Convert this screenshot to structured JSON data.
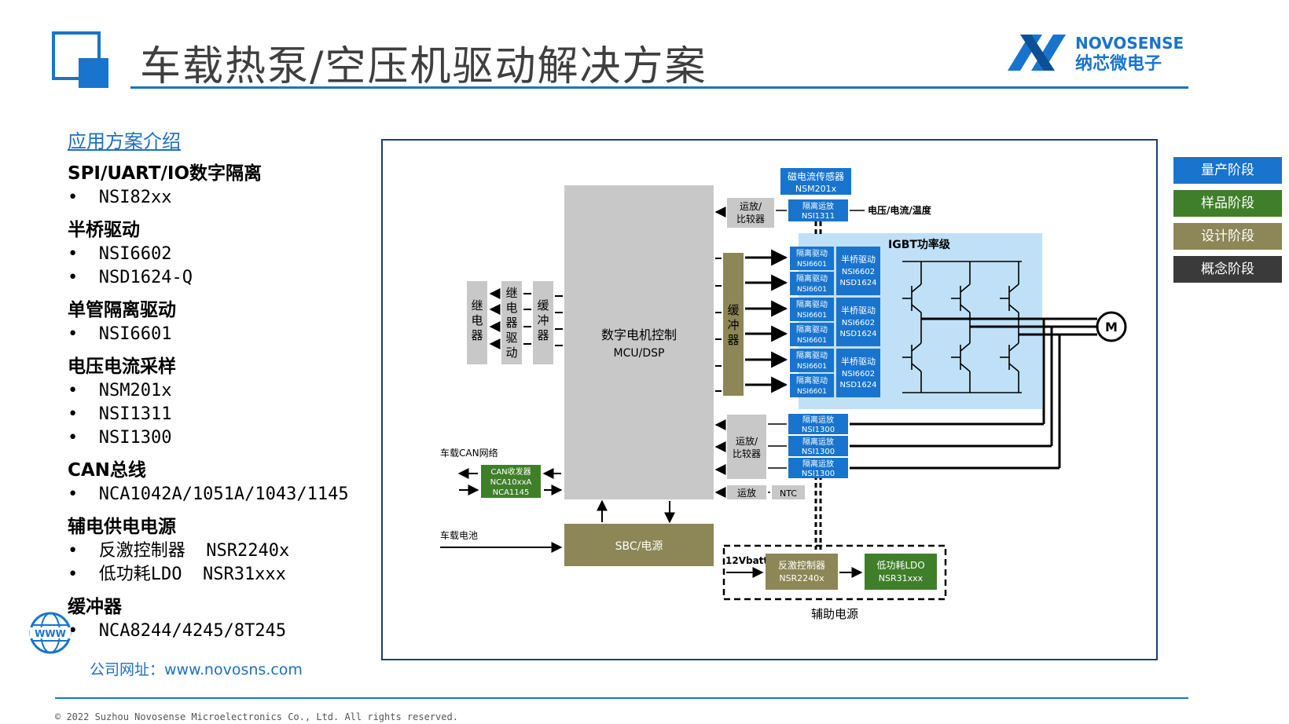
{
  "header": {
    "title": "车载热泵/空压机驱动解决方案",
    "brand_en": "NOVOSENSE",
    "brand_cn": "纳芯微电子"
  },
  "sidebar": {
    "link": "应用方案介绍",
    "sections": [
      {
        "title": "SPI/UART/IO数字隔离",
        "items": [
          "•  NSI82xx"
        ]
      },
      {
        "title": "半桥驱动",
        "items": [
          "•  NSI6602",
          "•  NSD1624-Q"
        ]
      },
      {
        "title": "单管隔离驱动",
        "items": [
          "•  NSI6601"
        ]
      },
      {
        "title": "电压电流采样",
        "items": [
          "•  NSM201x",
          "•  NSI1311",
          "•  NSI1300"
        ]
      },
      {
        "title": "CAN总线",
        "items": [
          "•  NCA1042A/1051A/1043/1145"
        ]
      },
      {
        "title": "辅电供电电源",
        "items": [
          "•  反激控制器  NSR2240x",
          "•  低功耗LDO  NSR31xxx"
        ]
      },
      {
        "title": "缓冲器",
        "items": [
          "•  NCA8244/4245/8T245"
        ]
      }
    ],
    "website": "公司网址：www.novosns.com",
    "www_icon_text": "WWW"
  },
  "legend": [
    {
      "label": "量产阶段",
      "color": "#1874cd"
    },
    {
      "label": "样品阶段",
      "color": "#3f7f2a"
    },
    {
      "label": "设计阶段",
      "color": "#8d8656"
    },
    {
      "label": "概念阶段",
      "color": "#3a3a3a"
    }
  ],
  "diagram": {
    "mcu": [
      "数字电机控制",
      "MCU/DSP"
    ],
    "sbc": "SBC/电源",
    "relay": [
      "继",
      "电",
      "器"
    ],
    "relay_drv": [
      "继",
      "电",
      "器",
      "驱",
      "动"
    ],
    "buffer_left": [
      "缓",
      "冲",
      "器"
    ],
    "buffer_right": [
      "缓",
      "冲",
      "器"
    ],
    "mag_sensor": [
      "磁电流传感器",
      "NSM201x"
    ],
    "iso_amp_top": [
      "隔离运放",
      "NSI1311"
    ],
    "opamp_top": [
      "运放/",
      "比较器"
    ],
    "vit_label": "电压/电流/温度",
    "igbt_label": "IGBT功率级",
    "iso_drv": [
      "隔离驱动",
      "NSI6601"
    ],
    "hb_drv": [
      "半桥驱动",
      "NSI6602",
      "NSD1624"
    ],
    "iso_amp": [
      "隔离运放",
      "NSI1300"
    ],
    "opamp_mid": [
      "运放/",
      "比较器"
    ],
    "opamp_low": "运放",
    "ntc": "NTC",
    "can_net": "车载CAN网络",
    "can_xcvr": [
      "CAN收发器",
      "NCA10xxA",
      "NCA1145"
    ],
    "battery": "车载电池",
    "v12": "12Vbatt",
    "flyback": [
      "反激控制器",
      "NSR2240x"
    ],
    "ldo": [
      "低功耗LDO",
      "NSR31xxx"
    ],
    "aux_label": "辅助电源",
    "motor": "M"
  },
  "footer": "© 2022 Suzhou Novosense Microelectronics Co., Ltd.  All rights reserved."
}
